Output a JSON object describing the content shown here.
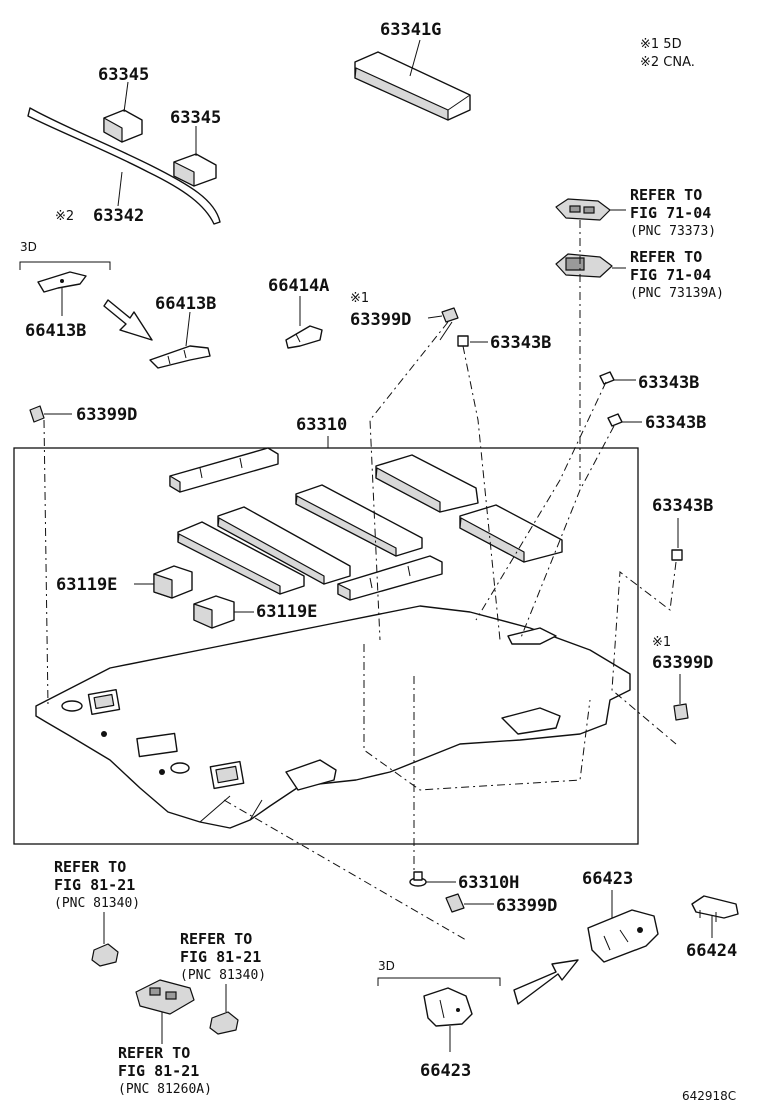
{
  "notes": {
    "note1": "※1 5D",
    "note2": "※2 CNA."
  },
  "labels": {
    "p63341G": "63341G",
    "p63345_a": "63345",
    "p63345_b": "63345",
    "p63342": "63342",
    "p63342_mark": "※2",
    "variant_3d_top": "3D",
    "p66413B_left": "66413B",
    "p66413B_right": "66413B",
    "p66414A": "66414A",
    "p63399D_mark": "※1",
    "p63399D_top": "63399D",
    "p63343B_1": "63343B",
    "p63343B_2": "63343B",
    "p63343B_3": "63343B",
    "p63343B_4": "63343B",
    "p63399D_left": "63399D",
    "p63310": "63310",
    "p63119E_1": "63119E",
    "p63119E_2": "63119E",
    "p63399D_right_mark": "※1",
    "p63399D_right": "63399D",
    "p63310H": "63310H",
    "p63399D_bottom": "63399D",
    "p66423_top": "66423",
    "p66424": "66424",
    "variant_3d_bottom": "3D",
    "p66423_bottom": "66423",
    "figure_code": "642918C"
  },
  "references": {
    "ref_73373": {
      "line1": "REFER TO",
      "line2": "FIG 71-04",
      "line3": "(PNC 73373)"
    },
    "ref_73139A": {
      "line1": "REFER TO",
      "line2": "FIG 71-04",
      "line3": "(PNC 73139A)"
    },
    "ref_81340_a": {
      "line1": "REFER TO",
      "line2": "FIG 81-21",
      "line3": "(PNC 81340)"
    },
    "ref_81340_b": {
      "line1": "REFER TO",
      "line2": "FIG 81-21",
      "line3": "(PNC 81340)"
    },
    "ref_81260A": {
      "line1": "REFER TO",
      "line2": "FIG 81-21",
      "line3": "(PNC 81260A)"
    }
  }
}
